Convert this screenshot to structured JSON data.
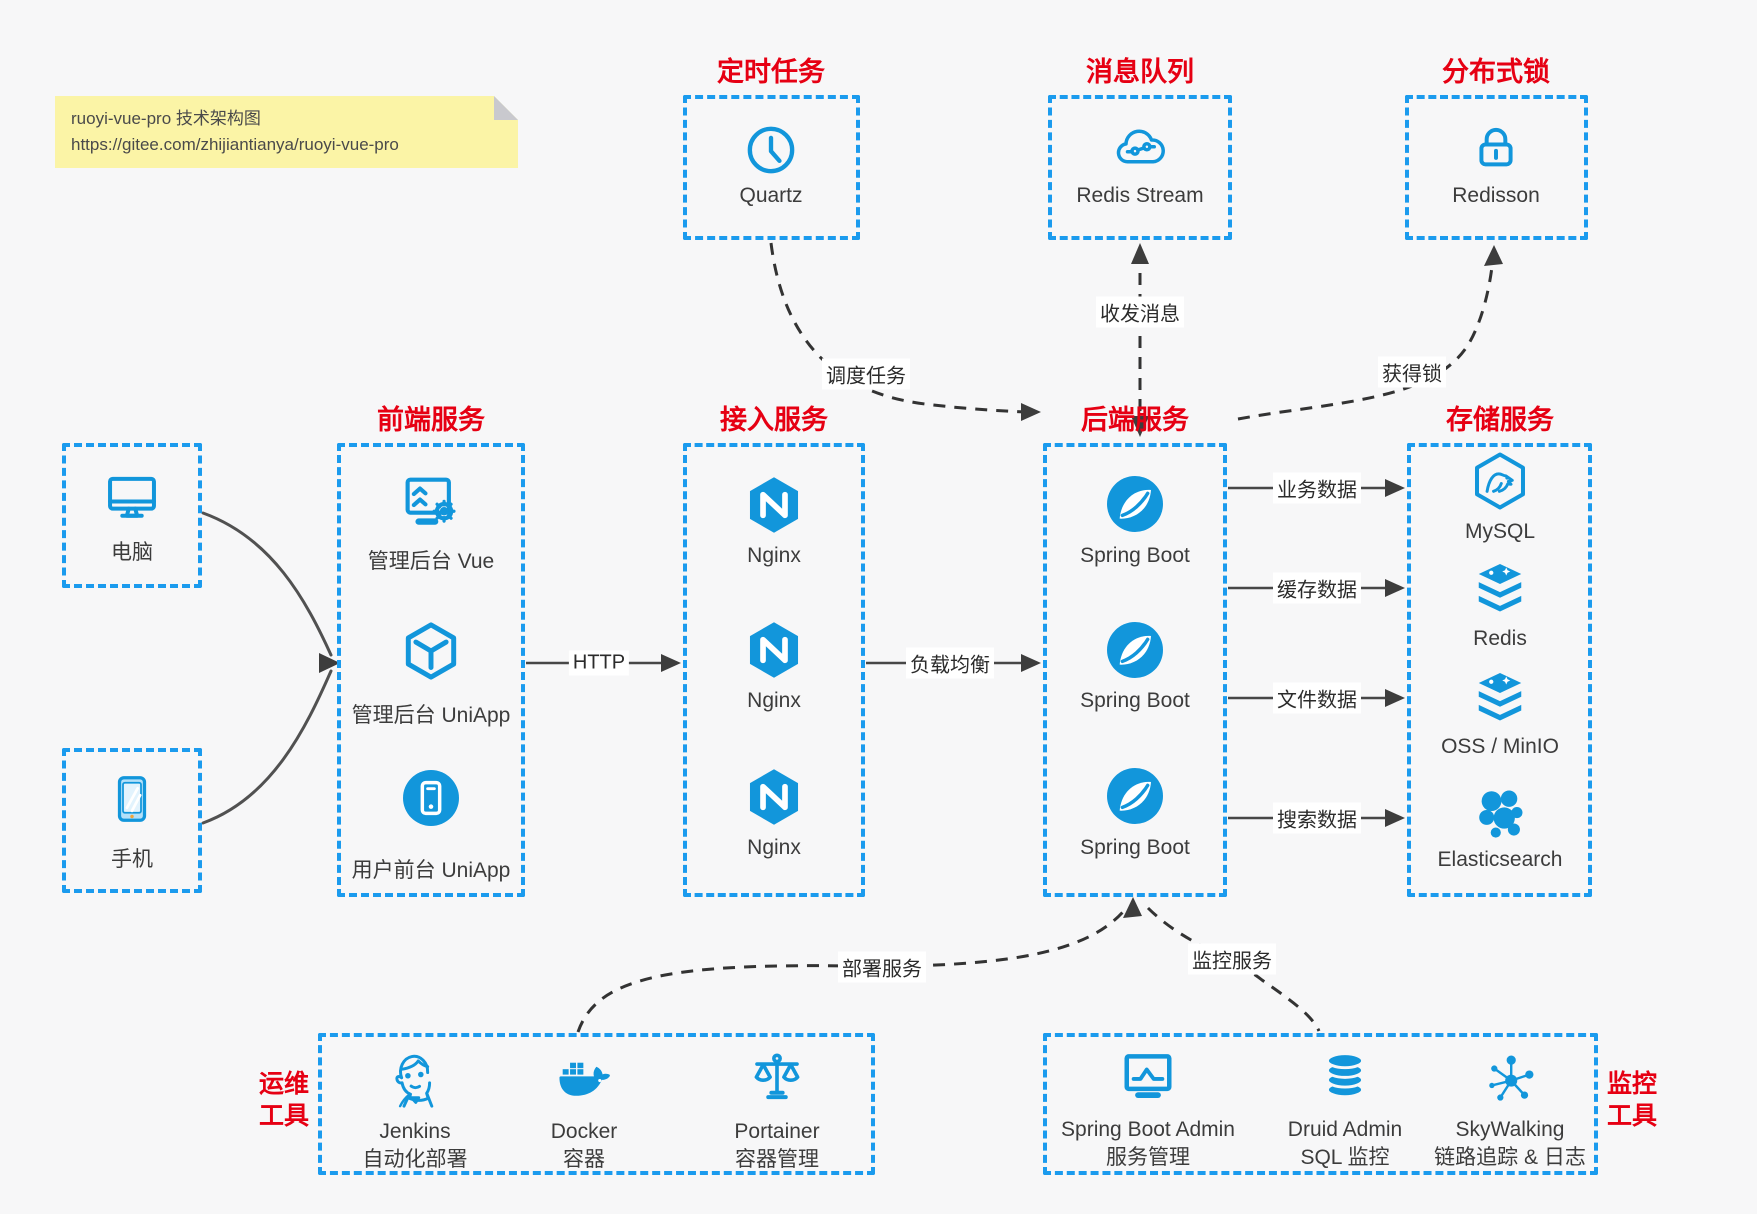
{
  "colors": {
    "accent_blue": "#1296db",
    "border_blue": "#1b9bee",
    "title_red": "#e60013",
    "note_yellow": "#fbf4a6",
    "line_gray": "#474747"
  },
  "note": {
    "line1": "ruoyi-vue-pro 技术架构图",
    "line2": "https://gitee.com/zhijiantianya/ruoyi-vue-pro"
  },
  "clients": [
    {
      "label": "电脑",
      "icon": "desktop-icon"
    },
    {
      "label": "手机",
      "icon": "phone-icon"
    }
  ],
  "groups": [
    {
      "title": "定时任务",
      "items": [
        {
          "label": "Quartz",
          "icon": "clock-icon"
        }
      ]
    },
    {
      "title": "消息队列",
      "items": [
        {
          "label": "Redis Stream",
          "icon": "cloud-stream-icon"
        }
      ]
    },
    {
      "title": "分布式锁",
      "items": [
        {
          "label": "Redisson",
          "icon": "lock-icon"
        }
      ]
    },
    {
      "title": "前端服务",
      "items": [
        {
          "label": "管理后台 Vue",
          "icon": "admin-vue-icon"
        },
        {
          "label": "管理后台 UniApp",
          "icon": "uniapp-cube-icon"
        },
        {
          "label": "用户前台 UniApp",
          "icon": "user-app-icon"
        }
      ]
    },
    {
      "title": "接入服务",
      "items": [
        {
          "label": "Nginx",
          "icon": "nginx-icon"
        },
        {
          "label": "Nginx",
          "icon": "nginx-icon"
        },
        {
          "label": "Nginx",
          "icon": "nginx-icon"
        }
      ]
    },
    {
      "title": "后端服务",
      "items": [
        {
          "label": "Spring Boot",
          "icon": "spring-boot-icon"
        },
        {
          "label": "Spring Boot",
          "icon": "spring-boot-icon"
        },
        {
          "label": "Spring Boot",
          "icon": "spring-boot-icon"
        }
      ]
    },
    {
      "title": "存储服务",
      "items": [
        {
          "label": "MySQL",
          "icon": "mysql-icon"
        },
        {
          "label": "Redis",
          "icon": "redis-icon"
        },
        {
          "label": "OSS / MinIO",
          "icon": "oss-minio-icon"
        },
        {
          "label": "Elasticsearch",
          "icon": "elasticsearch-icon"
        }
      ]
    },
    {
      "title_line1": "运维",
      "title_line2": "工具",
      "items": [
        {
          "label": "Jenkins",
          "label2": "自动化部署",
          "icon": "jenkins-icon"
        },
        {
          "label": "Docker",
          "label2": "容器",
          "icon": "docker-icon"
        },
        {
          "label": "Portainer",
          "label2": "容器管理",
          "icon": "portainer-icon"
        }
      ]
    },
    {
      "title_line1": "监控",
      "title_line2": "工具",
      "items": [
        {
          "label": "Spring Boot Admin",
          "label2": "服务管理",
          "icon": "springboot-admin-icon"
        },
        {
          "label": "Druid Admin",
          "label2": "SQL 监控",
          "icon": "druid-icon"
        },
        {
          "label": "SkyWalking",
          "label2": "链路追踪 & 日志",
          "icon": "skywalking-icon"
        }
      ]
    }
  ],
  "edges": {
    "http": "HTTP",
    "load_balance": "负载均衡",
    "schedule": "调度任务",
    "message": "收发消息",
    "get_lock": "获得锁",
    "business_data": "业务数据",
    "cache_data": "缓存数据",
    "file_data": "文件数据",
    "search_data": "搜索数据",
    "deploy": "部署服务",
    "monitor": "监控服务"
  }
}
